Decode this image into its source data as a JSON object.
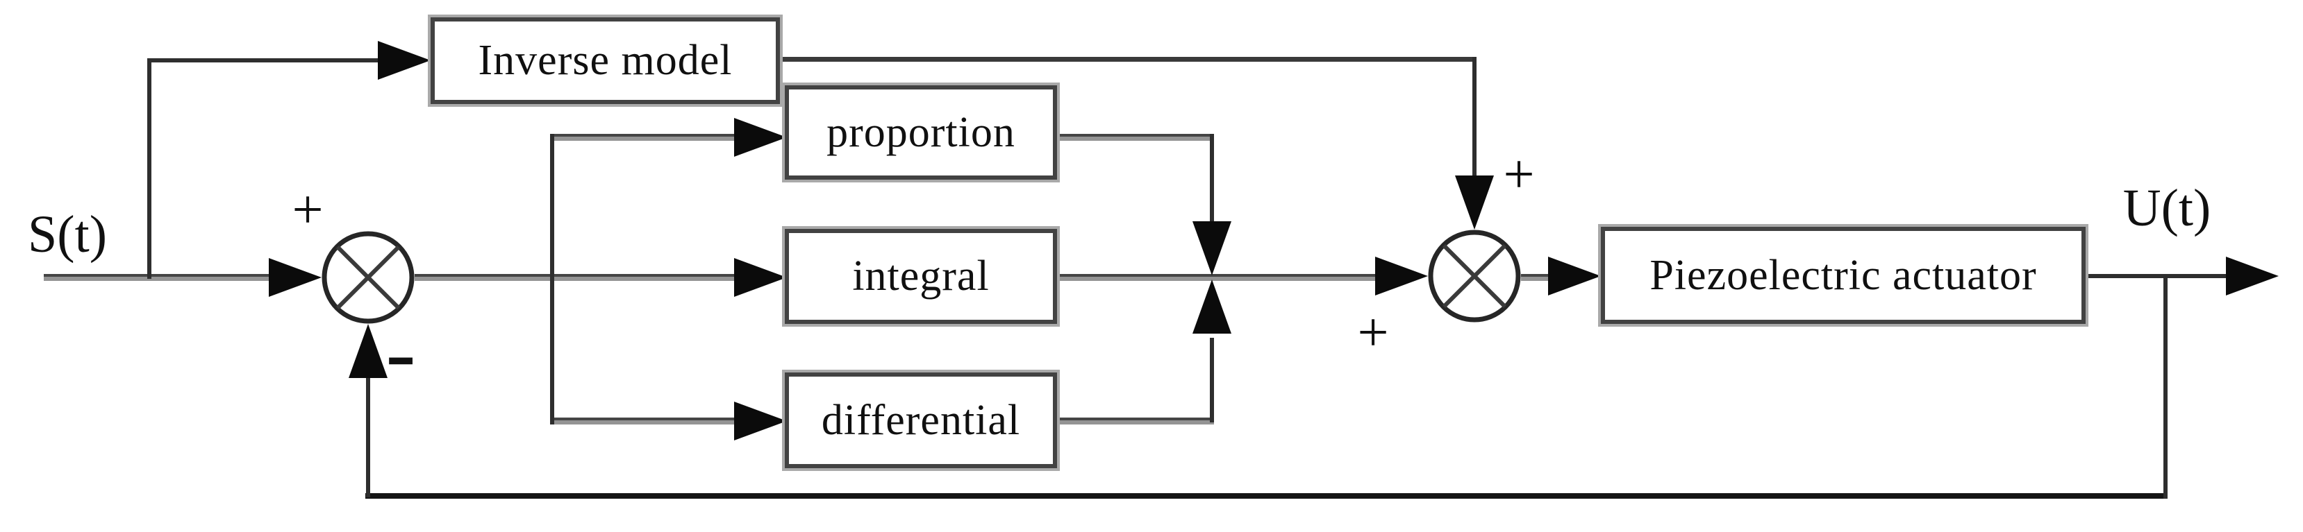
{
  "diagram": {
    "title_hint": "PID with inverse-model feedforward control of a piezoelectric actuator",
    "input_signal": "S(t)",
    "output_signal": "U(t)",
    "blocks": {
      "inverse_model": "Inverse model",
      "proportion": "proportion",
      "integral": "integral",
      "differential": "differential",
      "piezoelectric_actuator": "Piezoelectric actuator"
    },
    "summing_junctions": {
      "sum1": {
        "input_sign": "+",
        "feedback_sign": "-"
      },
      "sum2": {
        "feedforward_sign": "+",
        "pid_sign": "+"
      }
    },
    "colors": {
      "line_gray": "#949494",
      "line_dark": "#2e2e2e",
      "arrow_black": "#0b0b0b",
      "block_border": "#424242",
      "block_shadow": "#a9a9a9",
      "text": "#101010",
      "background": "#ffffff"
    }
  }
}
